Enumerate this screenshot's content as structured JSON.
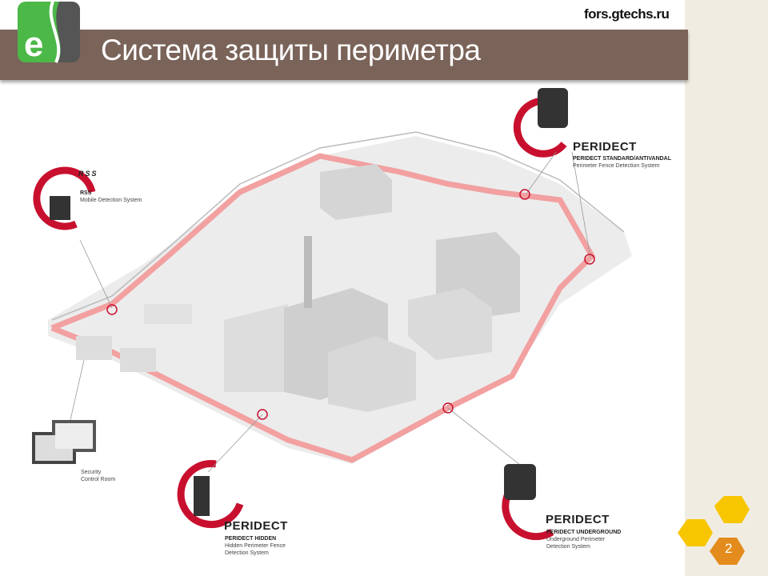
{
  "header": {
    "title": "Система защиты периметра",
    "url": "fors.gtechs.ru"
  },
  "logo": {
    "letter": "e"
  },
  "colors": {
    "header_bg": "#7a6359",
    "accent_red": "#c8102e",
    "logo_green": "#4cb848",
    "hex_yellow": "#f7c600",
    "hex_orange": "#e38b1c"
  },
  "products": [
    {
      "brand": "PERIDECT",
      "name": "PERIDECT STANDARD/ANTIVANDAL",
      "desc": "Perimeter Fence Detection System"
    },
    {
      "brand": "RSS",
      "name": "RSS",
      "desc": "Mobile Detection System"
    },
    {
      "brand": "PERIDECT",
      "name": "PERIDECT HIDDEN",
      "desc": "Hidden Perimeter Fence Detection System",
      "desc_lines": [
        "Hidden Perimeter Fence",
        "Detection System"
      ]
    },
    {
      "brand": "PERIDECT",
      "name": "PERIDECT UNDERGROUND",
      "desc": "Underground Perimeter Detection System",
      "desc_lines": [
        "Underground Perimeter",
        "Detection System"
      ]
    }
  ],
  "control_room": {
    "lines": [
      "Security",
      "Control Room"
    ]
  },
  "page_number": "2"
}
